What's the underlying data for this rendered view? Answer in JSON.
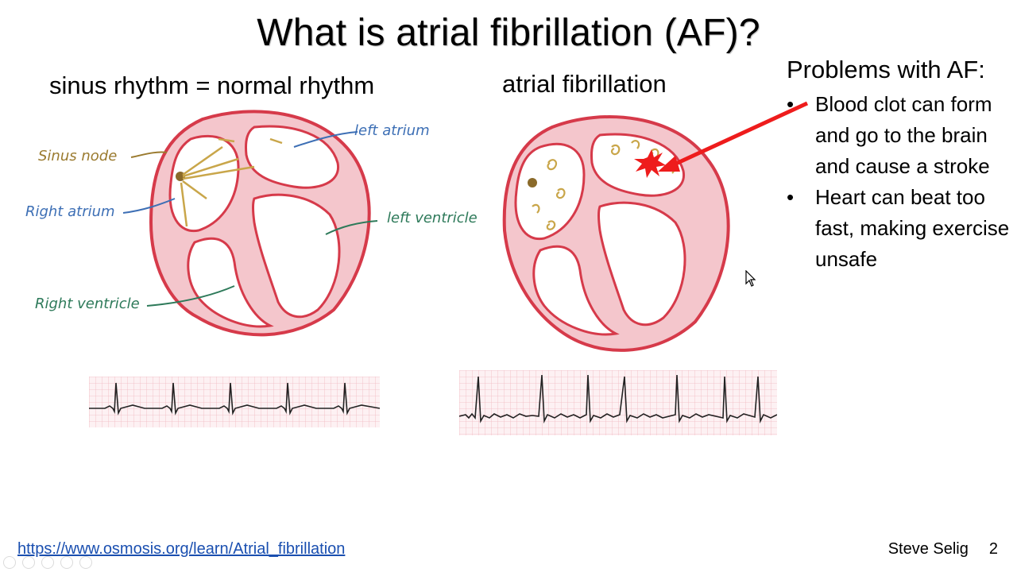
{
  "slide": {
    "title": "What is atrial fibrillation (AF)?",
    "left_heading": "sinus rhythm = normal rhythm",
    "right_heading": "atrial fibrillation",
    "problems_title": "Problems with AF:",
    "problems": [
      "Blood clot can form and go to the brain and cause a stroke",
      "Heart can beat too fast, making exercise unsafe"
    ],
    "bullet_char": "•",
    "labels": {
      "sinus_node": "Sinus node",
      "right_atrium": "Right atrium",
      "left_atrium": "left atrium",
      "left_ventricle": "left ventricle",
      "right_ventricle": "Right ventricle"
    },
    "footer_link": "https://www.osmosis.org/learn/Atrial_fibrillation",
    "author": "Steve Selig",
    "page_number": "2"
  },
  "colors": {
    "heart_red": "#d63a4a",
    "heart_fill": "#f4c6cc",
    "gold": "#c9a64a",
    "label_blue": "#3d6fb5",
    "label_gold": "#9a7a2e",
    "label_green": "#2e7a5a",
    "arrow_red": "#ee1c1c",
    "ecg_grid": "#f0b8c0"
  },
  "icons": [
    "mouse-cursor-icon",
    "clot-burst-icon"
  ]
}
